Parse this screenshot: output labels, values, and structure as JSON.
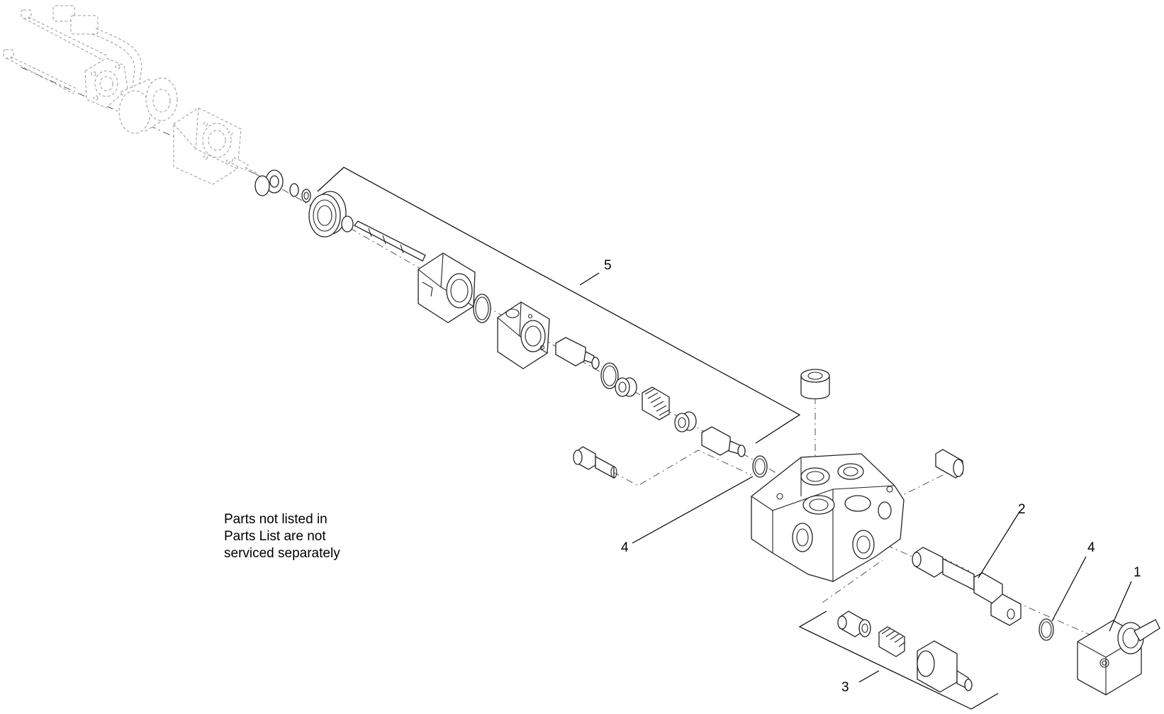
{
  "callouts": {
    "c1": "1",
    "c2": "2",
    "c3": "3",
    "c4a": "4",
    "c4b": "4",
    "c5": "5"
  },
  "note": {
    "line1": "Parts not listed in",
    "line2": "Parts List are not",
    "line3": "serviced separately"
  }
}
